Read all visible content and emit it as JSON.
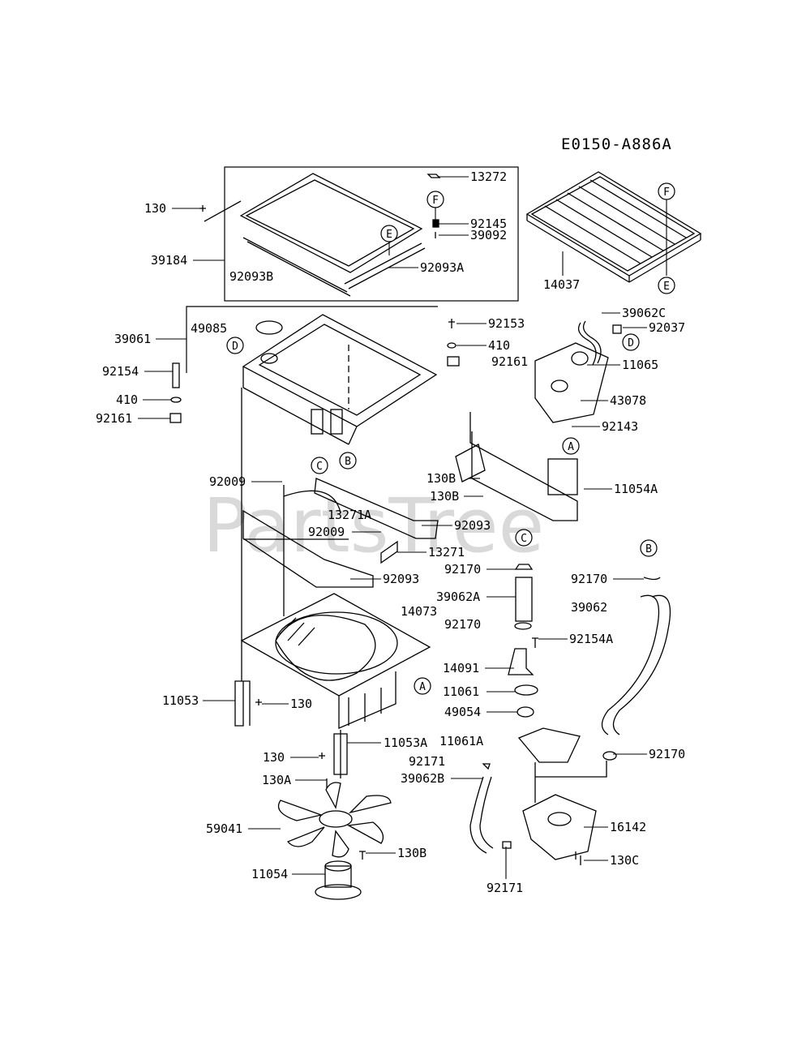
{
  "diagram_id": "E0150-A886A",
  "watermark": "PartsTree",
  "callouts": {
    "c13272": "13272",
    "c130a": "130",
    "c92145": "92145",
    "c39092": "39092",
    "c39184": "39184",
    "c92093B": "92093B",
    "c92093A": "92093A",
    "c14037": "14037",
    "c39061": "39061",
    "c49085": "49085",
    "c92153": "92153",
    "c410a": "410",
    "c92161a": "92161",
    "c39062C": "39062C",
    "c92037": "92037",
    "c11065": "11065",
    "c92154": "92154",
    "c410b": "410",
    "c92161b": "92161",
    "c43078": "43078",
    "c92143": "92143",
    "c92009a": "92009",
    "c130Ba": "130B",
    "c130Bb": "130B",
    "c11054A": "11054A",
    "c13271A": "13271A",
    "c92009b": "92009",
    "c92093a": "92093",
    "c13271": "13271",
    "c92093b": "92093",
    "c92170a": "92170",
    "c92170b": "92170",
    "c39062A": "39062A",
    "c39062": "39062",
    "c14073": "14073",
    "c92170c": "92170",
    "c92154A": "92154A",
    "c14091": "14091",
    "c11053": "11053",
    "c130b": "130",
    "c11061": "11061",
    "c49054": "49054",
    "c11053A": "11053A",
    "c11061A": "11061A",
    "c130c": "130",
    "c92171a": "92171",
    "c92170d": "92170",
    "c39062B": "39062B",
    "c130A": "130A",
    "c59041": "59041",
    "c16142": "16142",
    "c130B": "130B",
    "c130C": "130C",
    "c11054": "11054",
    "c92171b": "92171"
  },
  "markers": {
    "F1": "F",
    "E1": "E",
    "F2": "F",
    "E2": "E",
    "D1": "D",
    "D2": "D",
    "A1": "A",
    "A2": "A",
    "B1": "B",
    "B2": "B",
    "C1": "C",
    "C2": "C"
  }
}
